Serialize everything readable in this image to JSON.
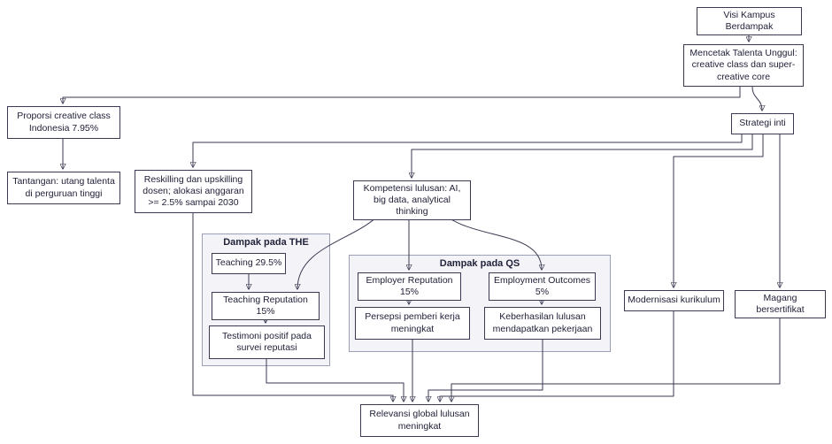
{
  "diagram": {
    "type": "flowchart",
    "nodes": {
      "visi": {
        "label": "Visi Kampus Berdampak"
      },
      "mencetak": {
        "label": "Mencetak Talenta Unggul: creative class dan super-creative core"
      },
      "proporsi": {
        "label": "Proporsi creative class Indonesia 7.95%"
      },
      "tantangan": {
        "label": "Tantangan: utang talenta di perguruan tinggi"
      },
      "strategi": {
        "label": "Strategi inti"
      },
      "reskilling": {
        "label": "Reskilling dan upskilling dosen; alokasi anggaran >= 2.5% sampai 2030"
      },
      "kompetensi": {
        "label": "Kompetensi lulusan: AI, big data, analytical thinking"
      },
      "teaching": {
        "label": "Teaching 29.5%"
      },
      "teaching_reputation": {
        "label": "Teaching Reputation 15%"
      },
      "testimoni": {
        "label": "Testimoni positif pada survei reputasi"
      },
      "employer_reputation": {
        "label": "Employer Reputation 15%"
      },
      "employment_outcomes": {
        "label": "Employment Outcomes 5%"
      },
      "persepsi": {
        "label": "Persepsi pemberi kerja meningkat"
      },
      "keberhasilan": {
        "label": "Keberhasilan lulusan mendapatkan pekerjaan"
      },
      "modernisasi": {
        "label": "Modernisasi kurikulum"
      },
      "magang": {
        "label": "Magang bersertifikat"
      },
      "relevansi": {
        "label": "Relevansi global lulusan meningkat"
      }
    },
    "groups": {
      "the": {
        "label": "Dampak pada THE"
      },
      "qs": {
        "label": "Dampak pada QS"
      }
    },
    "edges": [
      {
        "from": "visi",
        "to": "mencetak"
      },
      {
        "from": "mencetak",
        "to": "proporsi"
      },
      {
        "from": "mencetak",
        "to": "strategi"
      },
      {
        "from": "proporsi",
        "to": "tantangan"
      },
      {
        "from": "strategi",
        "to": "reskilling"
      },
      {
        "from": "strategi",
        "to": "kompetensi"
      },
      {
        "from": "strategi",
        "to": "modernisasi"
      },
      {
        "from": "strategi",
        "to": "magang"
      },
      {
        "from": "kompetensi",
        "to": "employer_reputation"
      },
      {
        "from": "kompetensi",
        "to": "employment_outcomes"
      },
      {
        "from": "kompetensi",
        "to": "teaching_reputation"
      },
      {
        "from": "teaching",
        "to": "teaching_reputation"
      },
      {
        "from": "teaching_reputation",
        "to": "testimoni"
      },
      {
        "from": "employer_reputation",
        "to": "persepsi"
      },
      {
        "from": "employment_outcomes",
        "to": "keberhasilan"
      },
      {
        "from": "reskilling",
        "to": "relevansi"
      },
      {
        "from": "testimoni",
        "to": "relevansi"
      },
      {
        "from": "persepsi",
        "to": "relevansi"
      },
      {
        "from": "keberhasilan",
        "to": "relevansi"
      },
      {
        "from": "modernisasi",
        "to": "relevansi"
      },
      {
        "from": "magang",
        "to": "relevansi"
      }
    ],
    "colors": {
      "node_border": "#3a3a52",
      "node_fill": "#ffffff",
      "group_fill": "#f4f4f8",
      "group_border": "#9ba0b4",
      "edge": "#3a3a52",
      "text": "#22223a",
      "background": "#ffffff"
    }
  }
}
